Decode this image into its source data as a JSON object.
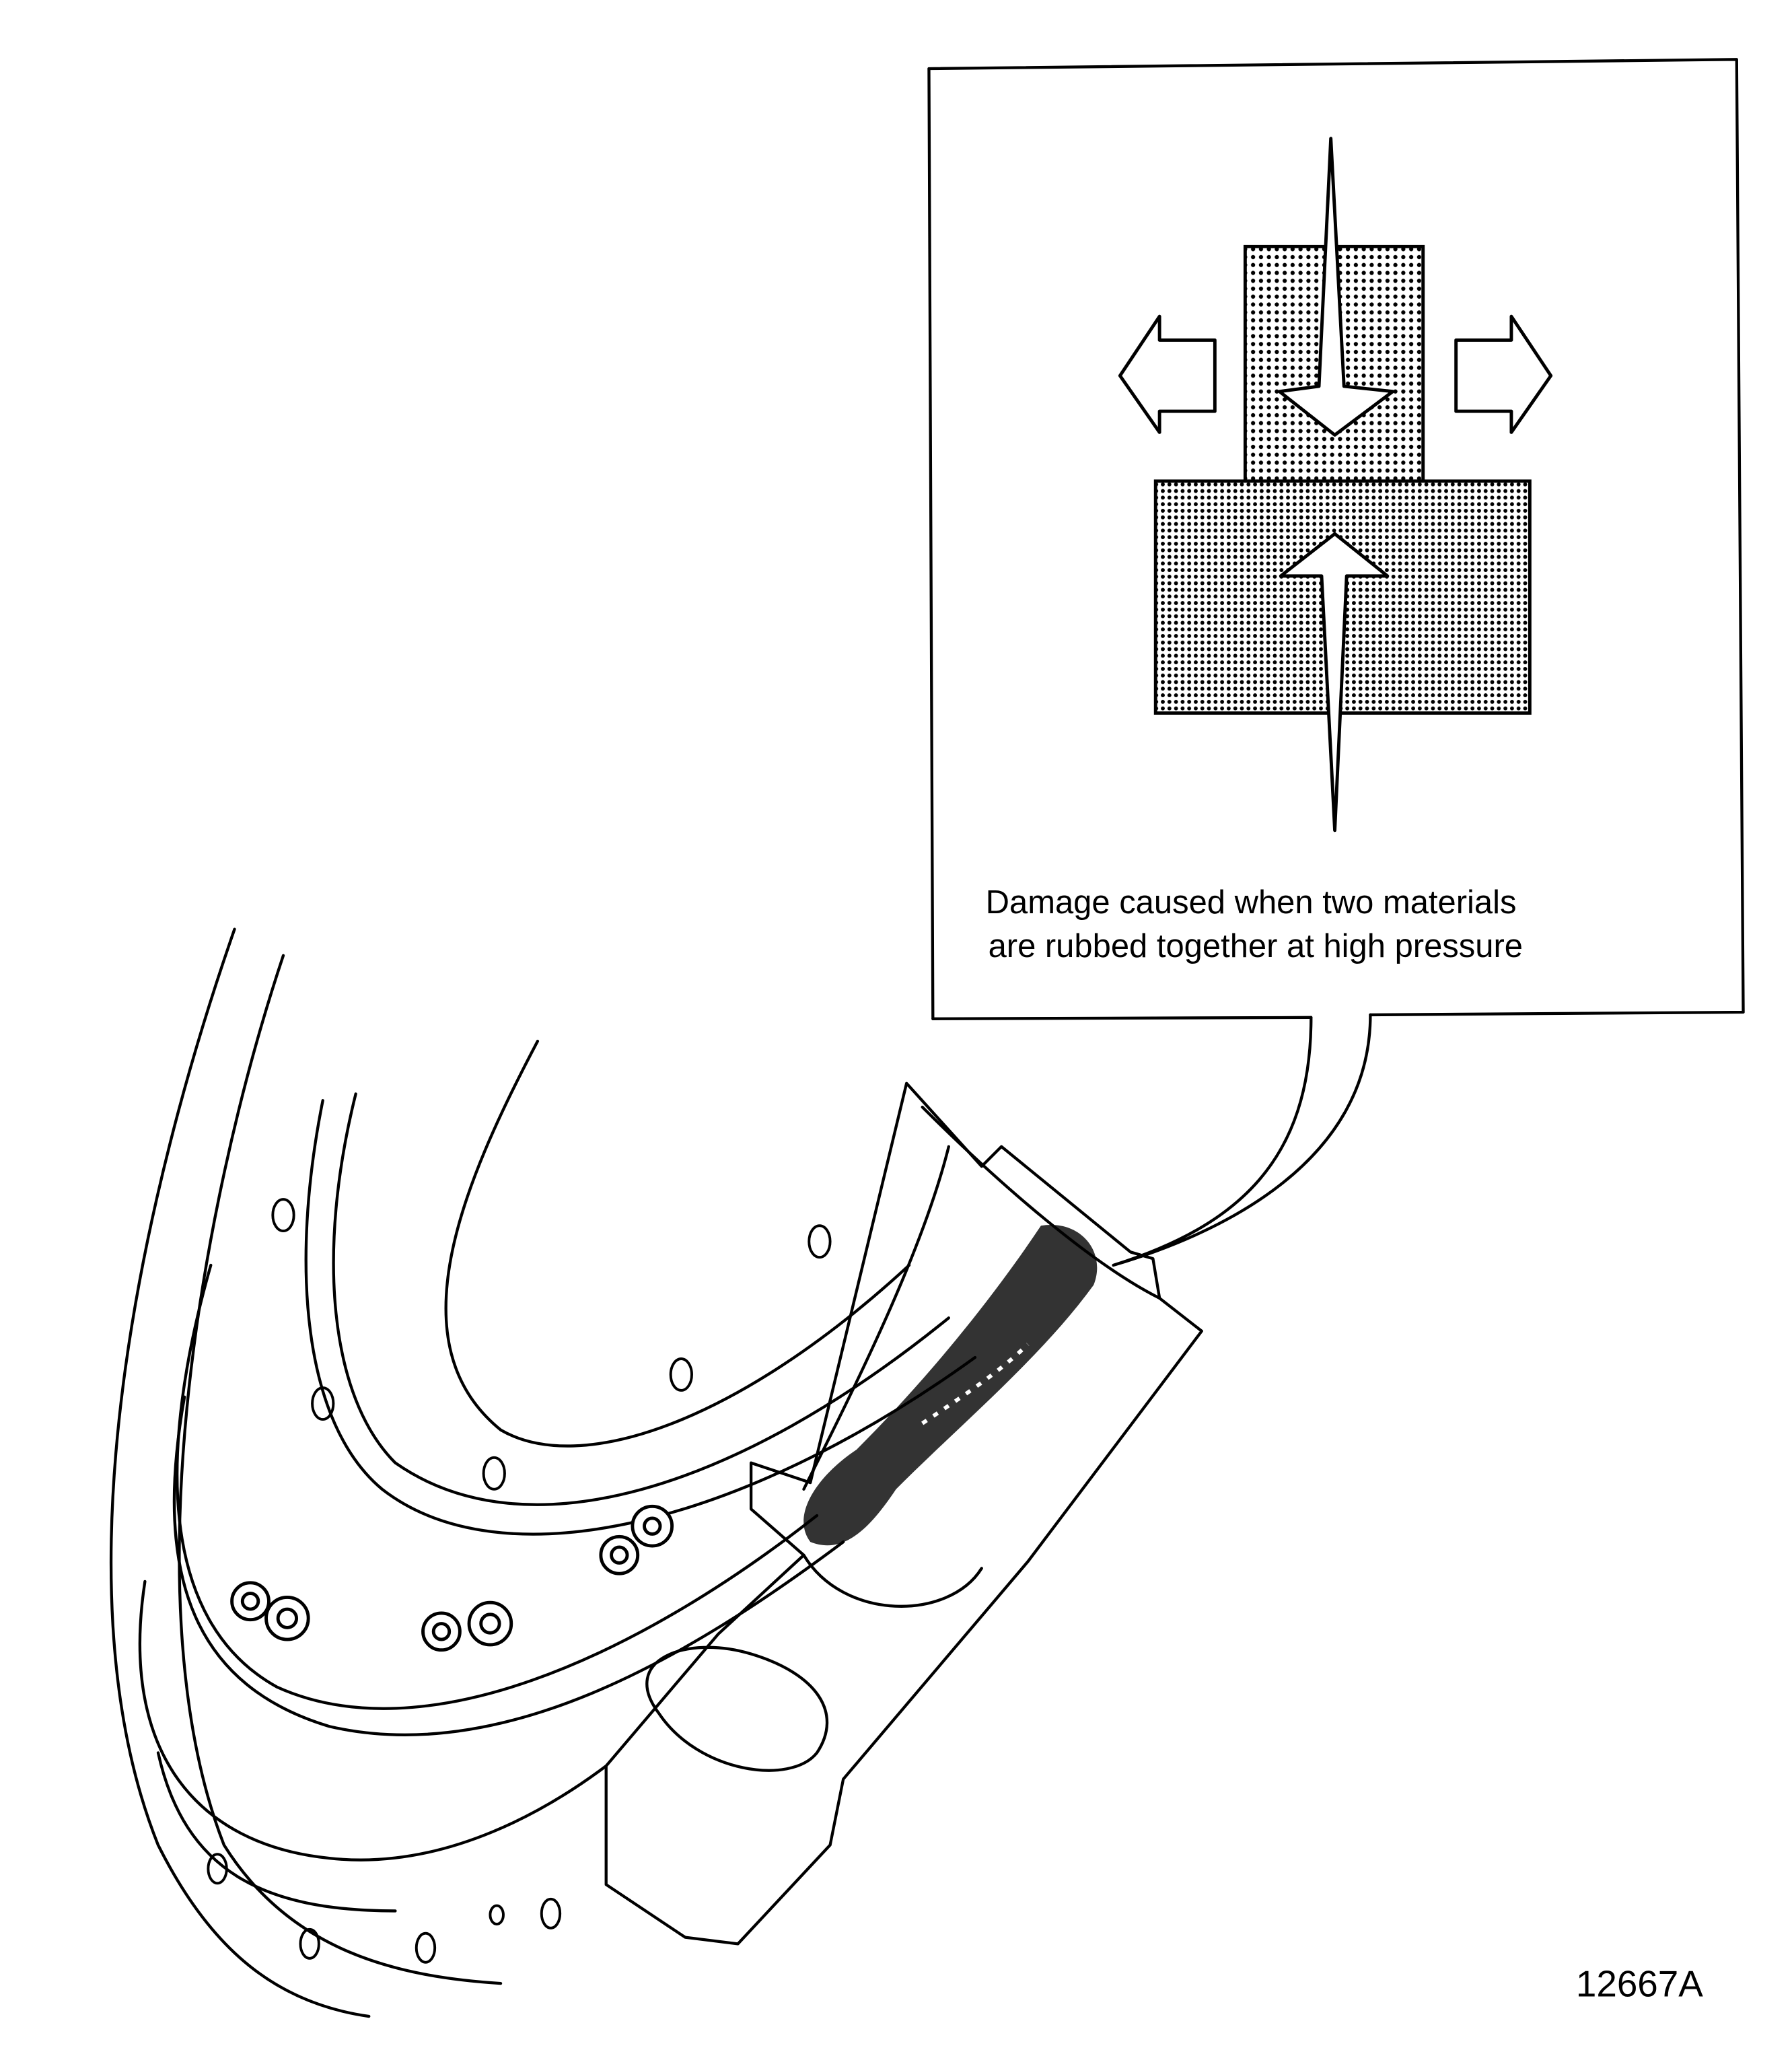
{
  "callout": {
    "caption_line1": "Damage caused  when two materials",
    "caption_line2": "are rubbed together at high pressure"
  },
  "figure_number": "12667A",
  "colors": {
    "ink": "#000000",
    "paper": "#ffffff"
  }
}
